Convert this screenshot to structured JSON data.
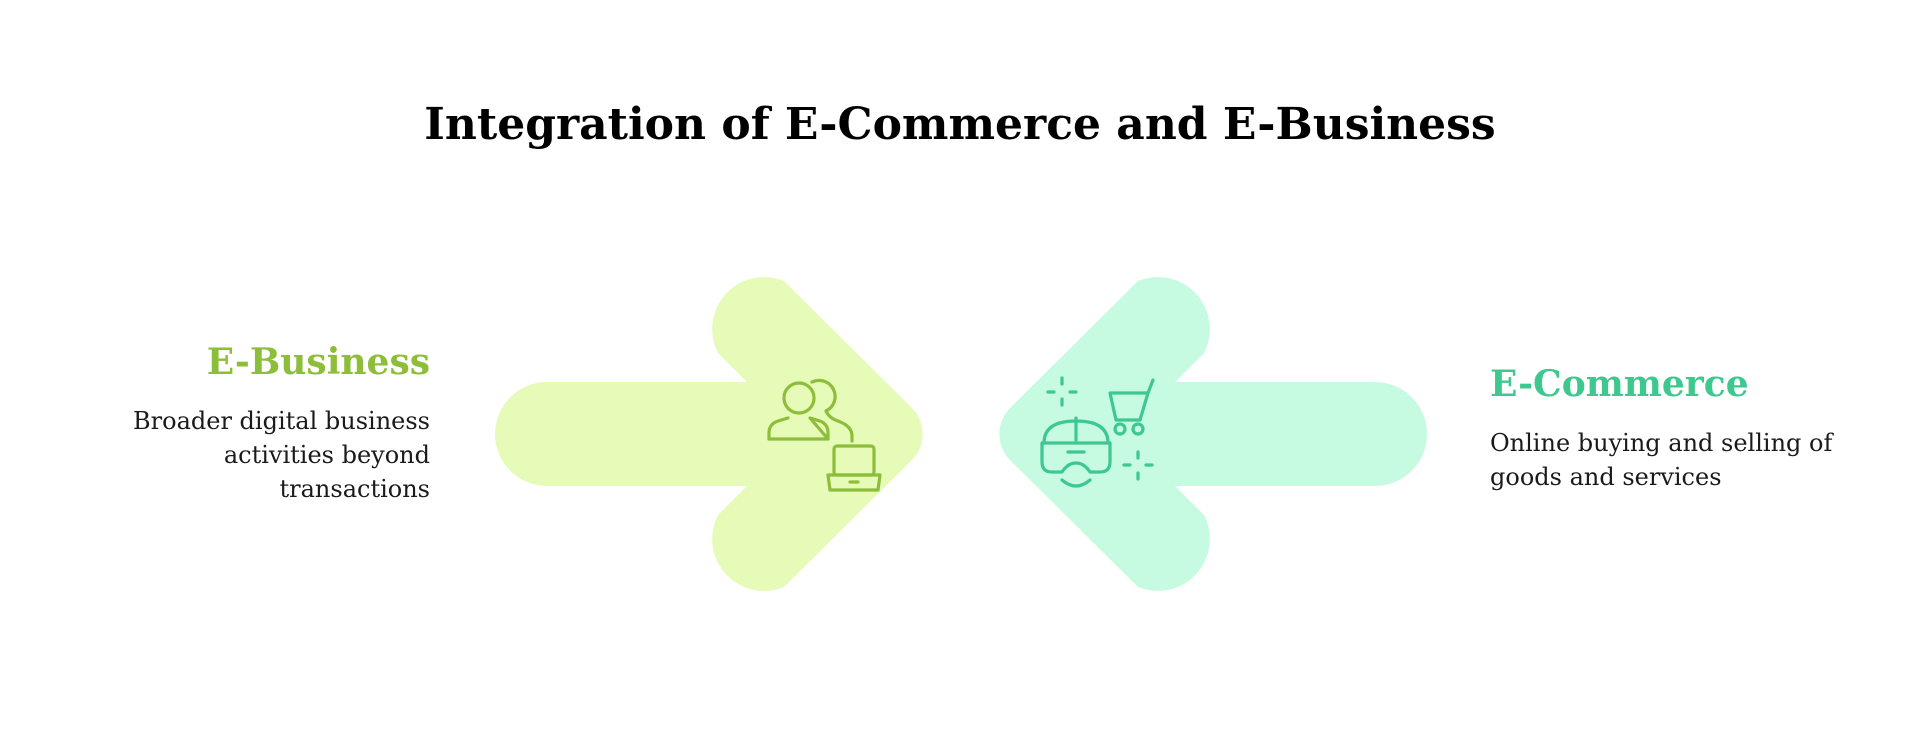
{
  "title": "Integration of E-Commerce and E-Business",
  "left": {
    "heading": "E-Business",
    "description": "Broader digital business activities beyond transactions",
    "color": "#8dbe3a",
    "arrow_color": "#e6fbb8",
    "icon": "users-laptop-icon"
  },
  "right": {
    "heading": "E-Commerce",
    "description": "Online buying and selling of goods and services",
    "color": "#3cc88e",
    "arrow_color": "#c6fbe2",
    "icon": "vr-headset-cart-icon"
  }
}
